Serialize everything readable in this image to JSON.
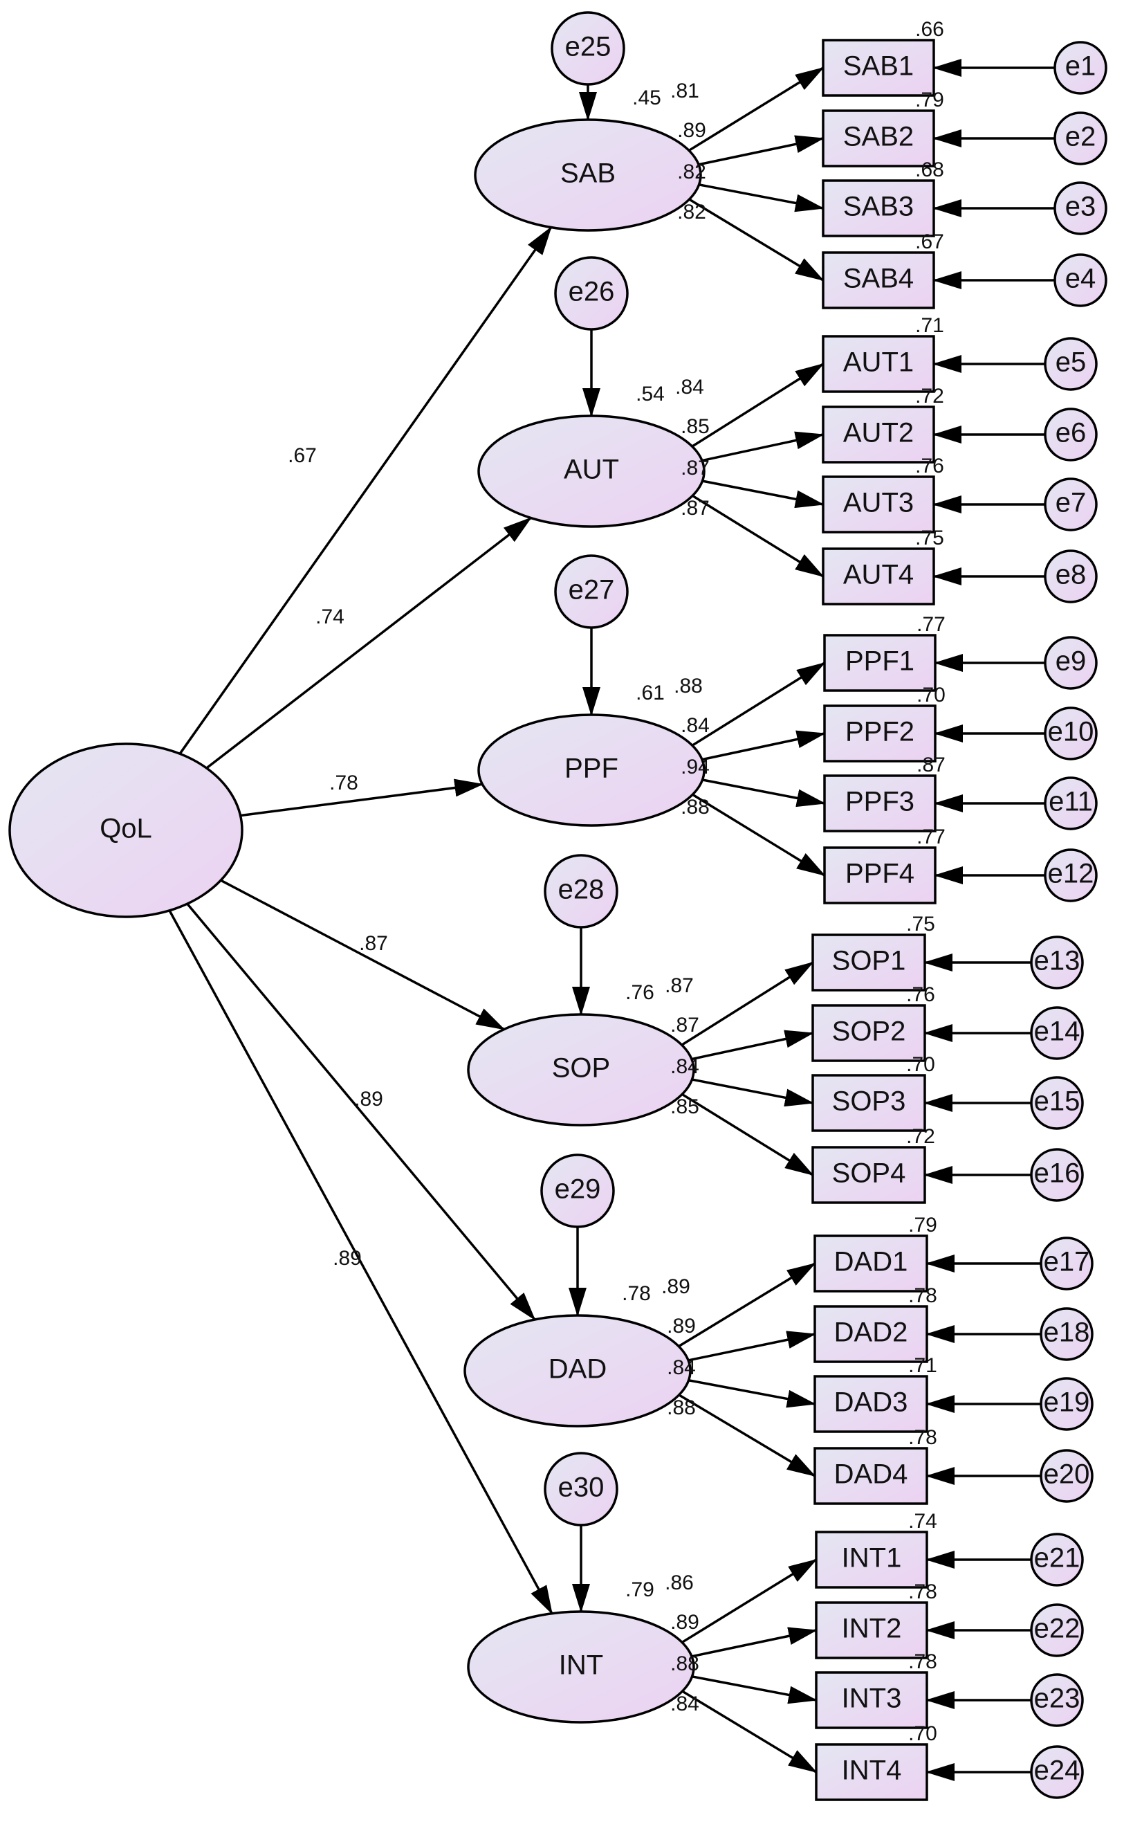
{
  "diagram": {
    "root": {
      "label": "QoL"
    },
    "factors": [
      {
        "label": "SAB",
        "loading": ".67",
        "r2": ".45",
        "error": "e25",
        "items": [
          {
            "label": "SAB1",
            "loading": ".81",
            "r2": ".66",
            "error": "e1"
          },
          {
            "label": "SAB2",
            "loading": ".89",
            "r2": ".79",
            "error": "e2"
          },
          {
            "label": "SAB3",
            "loading": ".82",
            "r2": ".68",
            "error": "e3"
          },
          {
            "label": "SAB4",
            "loading": ".82",
            "r2": ".67",
            "error": "e4"
          }
        ]
      },
      {
        "label": "AUT",
        "loading": ".74",
        "r2": ".54",
        "error": "e26",
        "items": [
          {
            "label": "AUT1",
            "loading": ".84",
            "r2": ".71",
            "error": "e5"
          },
          {
            "label": "AUT2",
            "loading": ".85",
            "r2": ".72",
            "error": "e6"
          },
          {
            "label": "AUT3",
            "loading": ".87",
            "r2": ".76",
            "error": "e7"
          },
          {
            "label": "AUT4",
            "loading": ".87",
            "r2": ".75",
            "error": "e8"
          }
        ]
      },
      {
        "label": "PPF",
        "loading": ".78",
        "r2": ".61",
        "error": "e27",
        "items": [
          {
            "label": "PPF1",
            "loading": ".88",
            "r2": ".77",
            "error": "e9"
          },
          {
            "label": "PPF2",
            "loading": ".84",
            "r2": ".70",
            "error": "e10"
          },
          {
            "label": "PPF3",
            "loading": ".94",
            "r2": ".87",
            "error": "e11"
          },
          {
            "label": "PPF4",
            "loading": ".88",
            "r2": ".77",
            "error": "e12"
          }
        ]
      },
      {
        "label": "SOP",
        "loading": ".87",
        "r2": ".76",
        "error": "e28",
        "items": [
          {
            "label": "SOP1",
            "loading": ".87",
            "r2": ".75",
            "error": "e13"
          },
          {
            "label": "SOP2",
            "loading": ".87",
            "r2": ".76",
            "error": "e14"
          },
          {
            "label": "SOP3",
            "loading": ".84",
            "r2": ".70",
            "error": "e15"
          },
          {
            "label": "SOP4",
            "loading": ".85",
            "r2": ".72",
            "error": "e16"
          }
        ]
      },
      {
        "label": "DAD",
        "loading": ".89",
        "r2": ".78",
        "error": "e29",
        "items": [
          {
            "label": "DAD1",
            "loading": ".89",
            "r2": ".79",
            "error": "e17"
          },
          {
            "label": "DAD2",
            "loading": ".89",
            "r2": ".78",
            "error": "e18"
          },
          {
            "label": "DAD3",
            "loading": ".84",
            "r2": ".71",
            "error": "e19"
          },
          {
            "label": "DAD4",
            "loading": ".88",
            "r2": ".78",
            "error": "e20"
          }
        ]
      },
      {
        "label": "INT",
        "loading": ".89",
        "r2": ".79",
        "error": "e30",
        "items": [
          {
            "label": "INT1",
            "loading": ".86",
            "r2": ".74",
            "error": "e21"
          },
          {
            "label": "INT2",
            "loading": ".89",
            "r2": ".78",
            "error": "e22"
          },
          {
            "label": "INT3",
            "loading": ".88",
            "r2": ".78",
            "error": "e23"
          },
          {
            "label": "INT4",
            "loading": ".84",
            "r2": ".70",
            "error": "e24"
          }
        ]
      }
    ]
  },
  "colors": {
    "node_fill_start": "#e4e6f2",
    "node_fill_end": "#ecd2f2",
    "stroke": "#000000"
  }
}
